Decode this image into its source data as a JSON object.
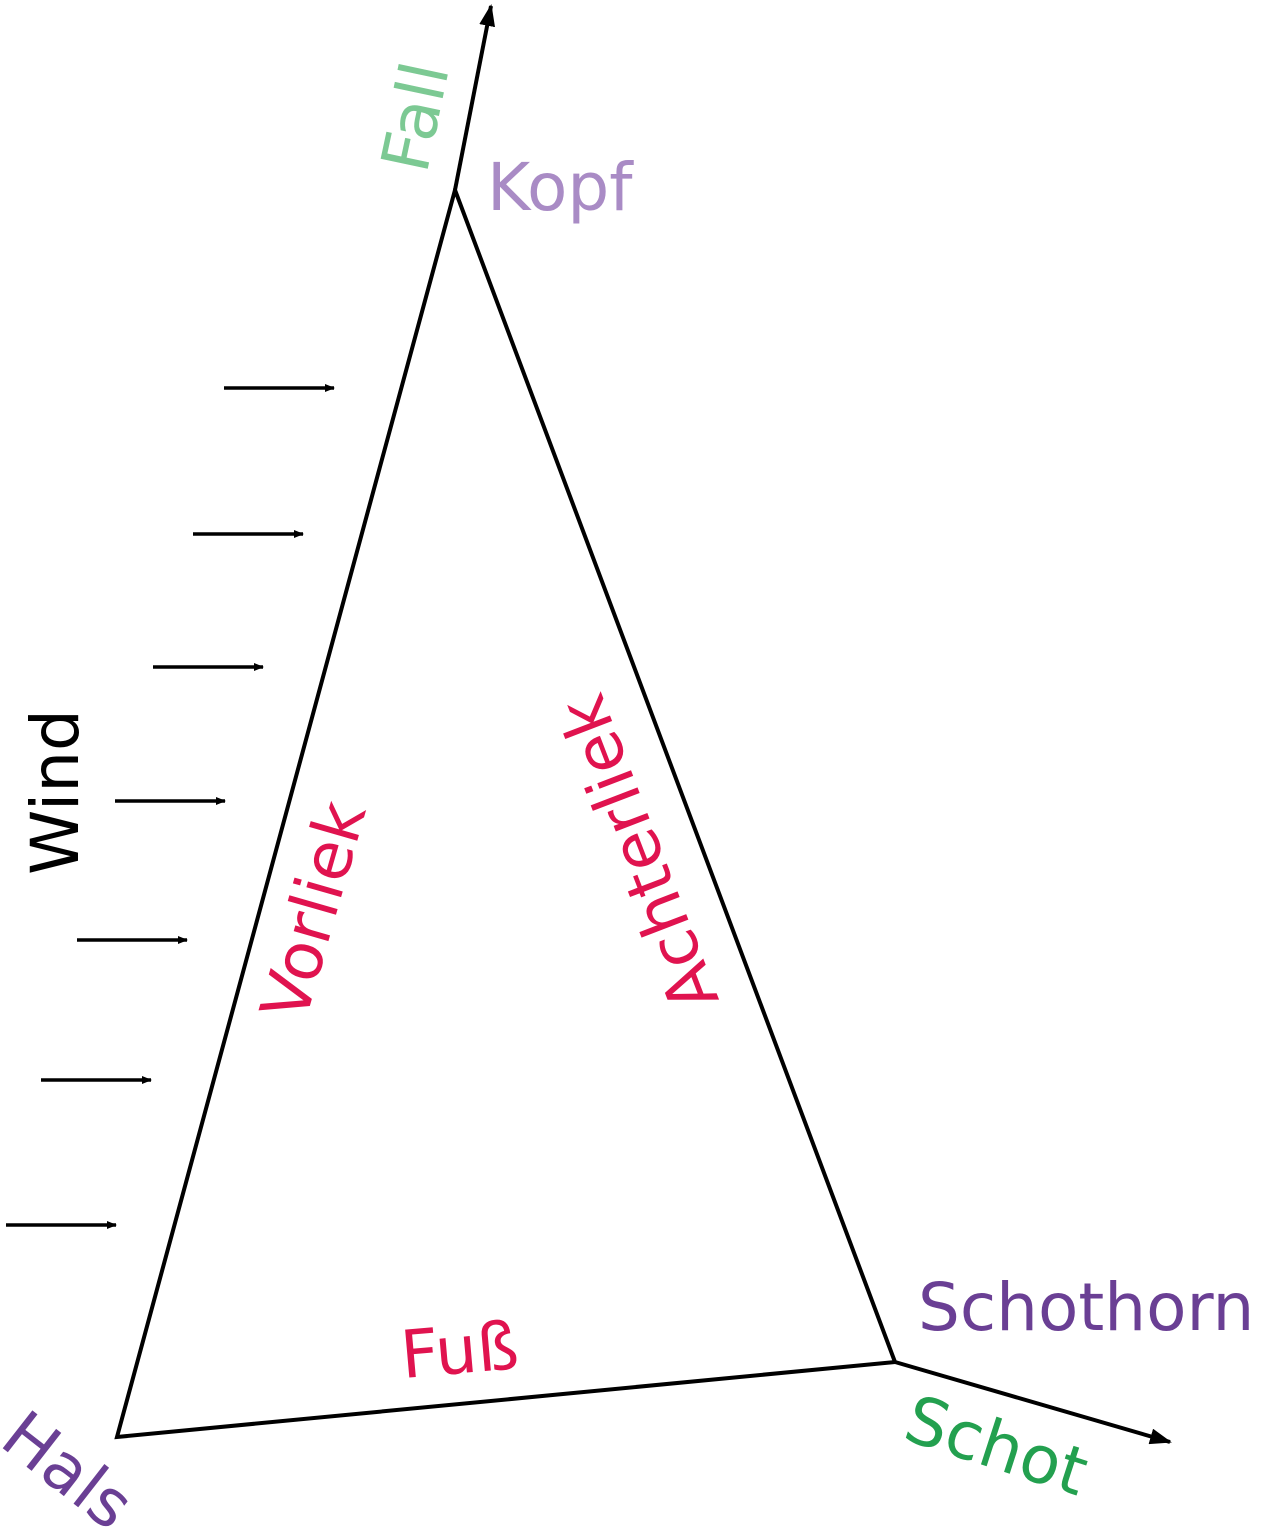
{
  "labels": {
    "fall": "Fall",
    "kopf": "Kopf",
    "wind": "Wind",
    "vorliek": "Vorliek",
    "achterliek": "Achterliek",
    "fuss": "Fuß",
    "schothorn": "Schothorn",
    "schot": "Schot",
    "hals": "Hals"
  },
  "colors": {
    "outline": "#000000",
    "line_label": "#7cc993",
    "corner_label": "#a98bc5",
    "edge_label": "#e0134f",
    "corner_label_dark": "#6a3f94",
    "sheet_label": "#23a04f",
    "wind_label": "#000000"
  }
}
